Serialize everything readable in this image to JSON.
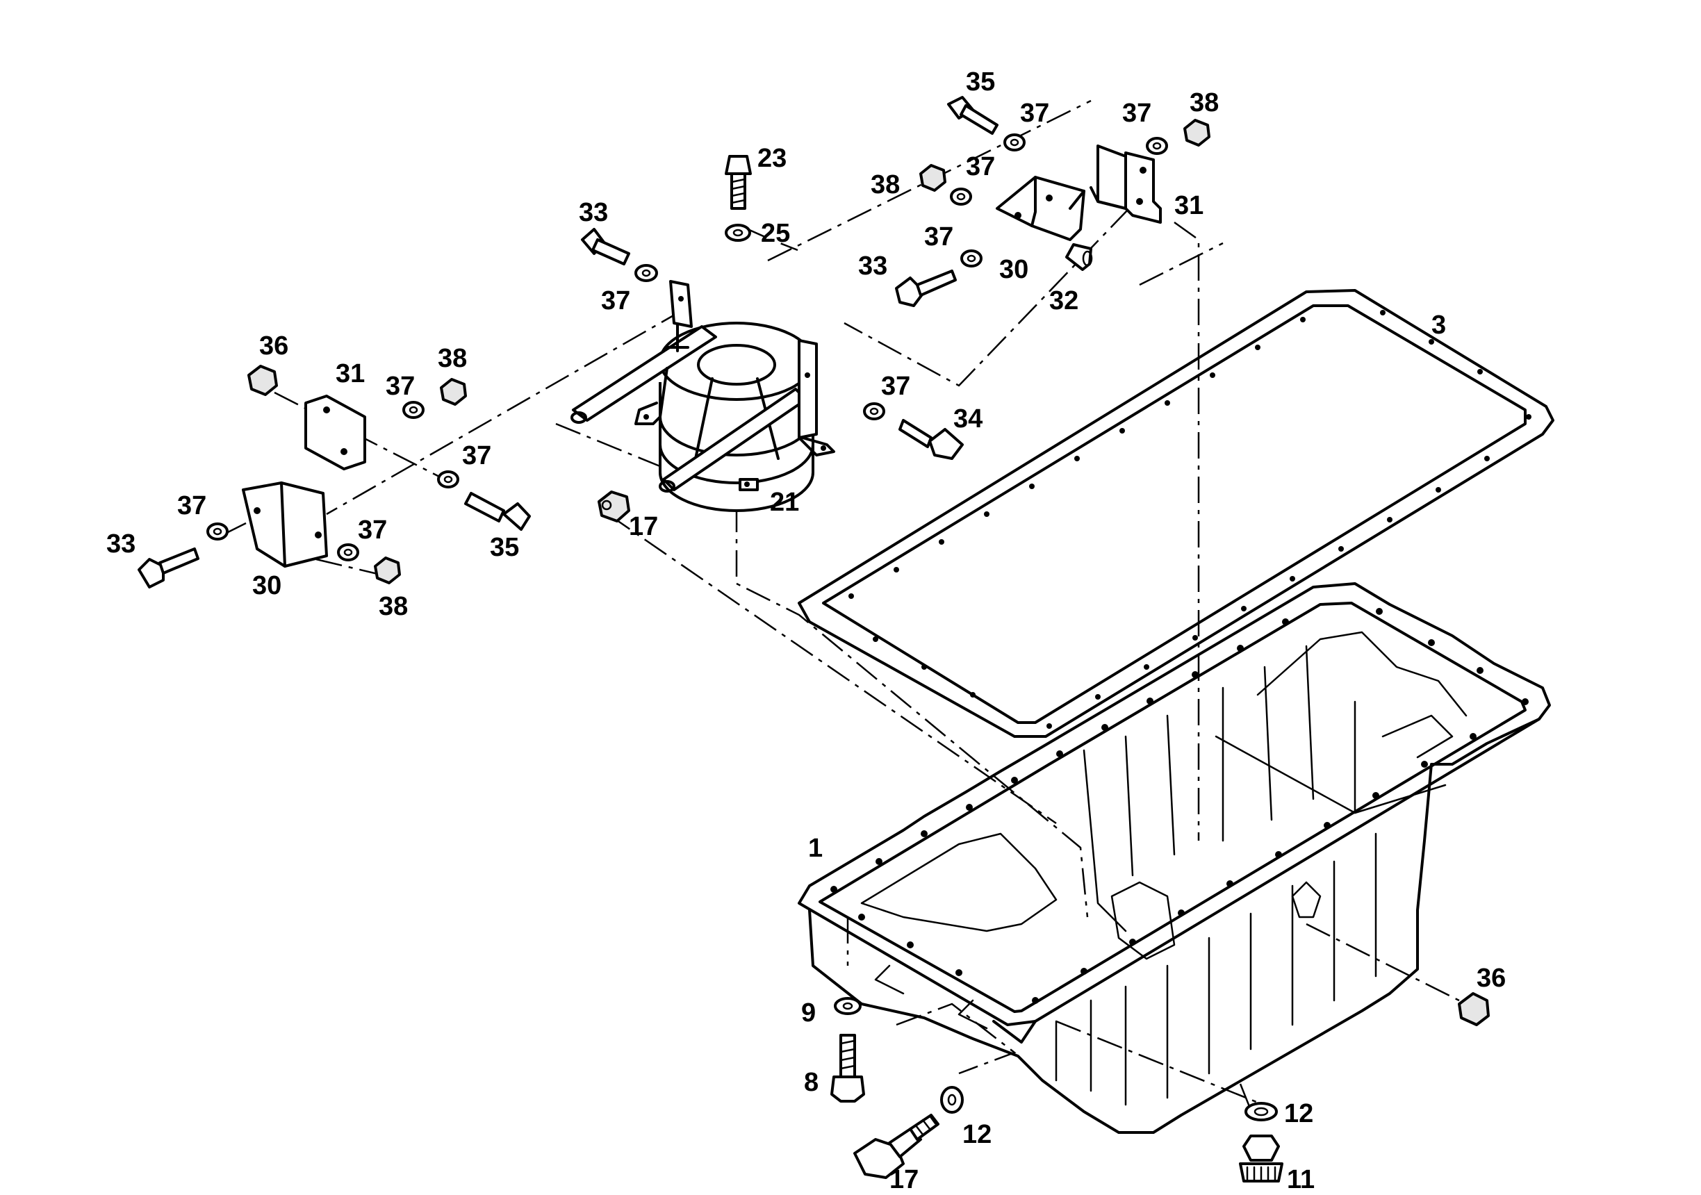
{
  "diagram": {
    "callouts": [
      {
        "id": "c35a",
        "text": "35"
      },
      {
        "id": "c37a",
        "text": "37"
      },
      {
        "id": "c37b",
        "text": "37"
      },
      {
        "id": "c38a",
        "text": "38"
      },
      {
        "id": "c23",
        "text": "23"
      },
      {
        "id": "c38b",
        "text": "38"
      },
      {
        "id": "c37c",
        "text": "37"
      },
      {
        "id": "c31a",
        "text": "31"
      },
      {
        "id": "c33a",
        "text": "33"
      },
      {
        "id": "c25",
        "text": "25"
      },
      {
        "id": "c37d",
        "text": "37"
      },
      {
        "id": "c33b",
        "text": "33"
      },
      {
        "id": "c30a",
        "text": "30"
      },
      {
        "id": "c32",
        "text": "32"
      },
      {
        "id": "c37e",
        "text": "37"
      },
      {
        "id": "c3",
        "text": "3"
      },
      {
        "id": "c36a",
        "text": "36"
      },
      {
        "id": "c31b",
        "text": "31"
      },
      {
        "id": "c38c",
        "text": "38"
      },
      {
        "id": "c37f",
        "text": "37"
      },
      {
        "id": "c37g",
        "text": "37"
      },
      {
        "id": "c34",
        "text": "34"
      },
      {
        "id": "c37h",
        "text": "37"
      },
      {
        "id": "c21",
        "text": "21"
      },
      {
        "id": "c37i",
        "text": "37"
      },
      {
        "id": "c17a",
        "text": "17"
      },
      {
        "id": "c33c",
        "text": "33"
      },
      {
        "id": "c37j",
        "text": "37"
      },
      {
        "id": "c35b",
        "text": "35"
      },
      {
        "id": "c30b",
        "text": "30"
      },
      {
        "id": "c38d",
        "text": "38"
      },
      {
        "id": "c1",
        "text": "1"
      },
      {
        "id": "c36b",
        "text": "36"
      },
      {
        "id": "c9",
        "text": "9"
      },
      {
        "id": "c8",
        "text": "8"
      },
      {
        "id": "c12a",
        "text": "12"
      },
      {
        "id": "c12b",
        "text": "12"
      },
      {
        "id": "c17b",
        "text": "17"
      },
      {
        "id": "c11",
        "text": "11"
      }
    ]
  }
}
